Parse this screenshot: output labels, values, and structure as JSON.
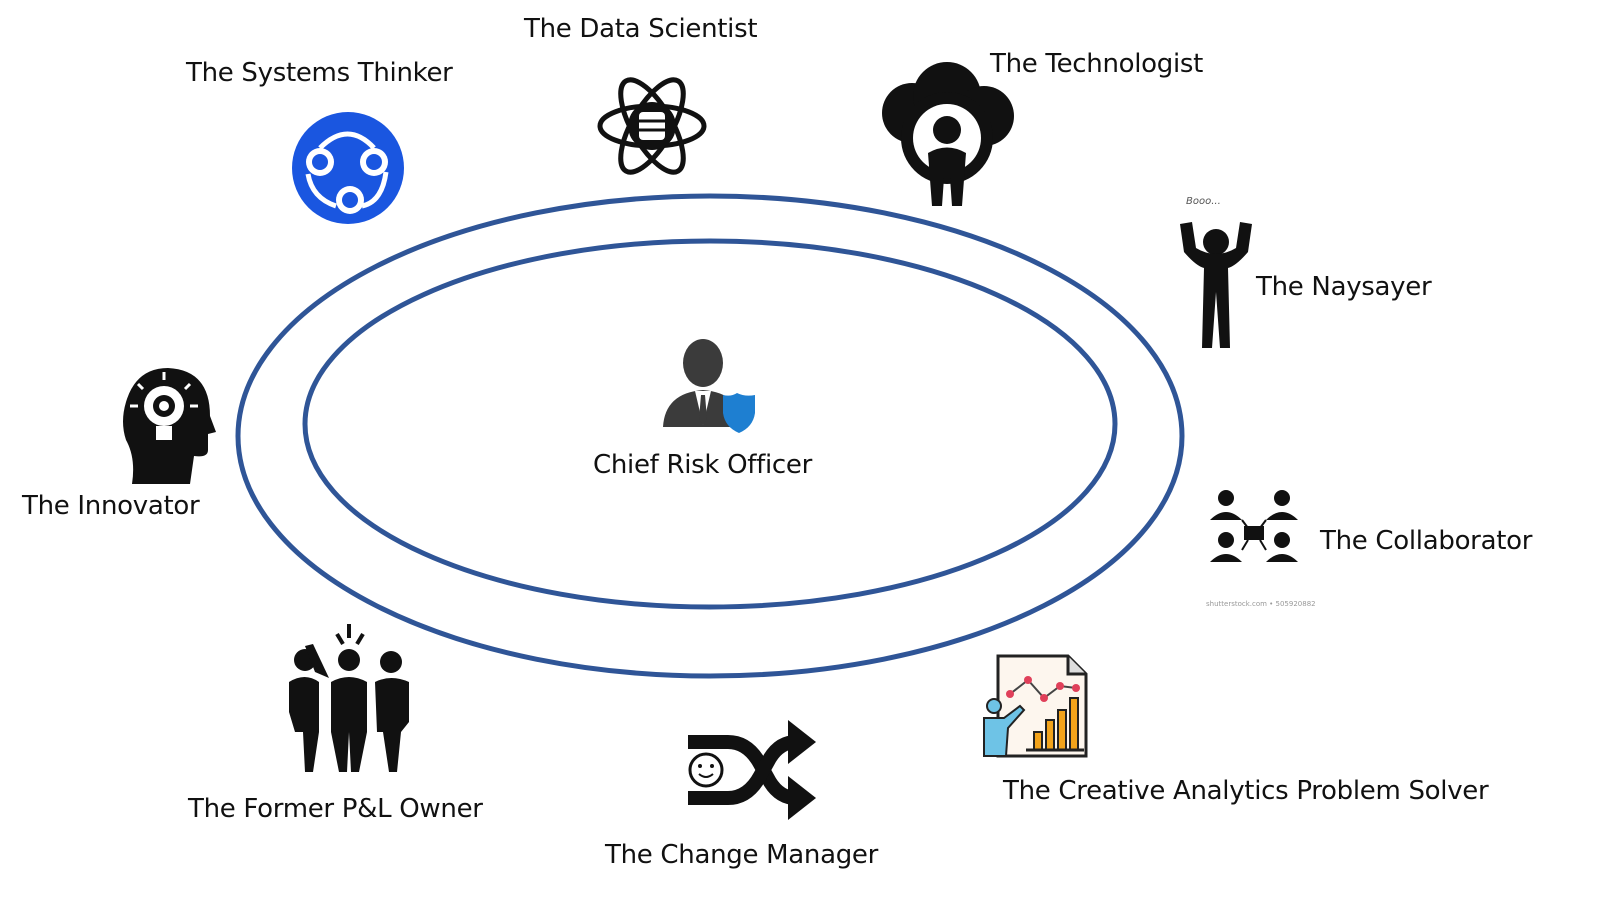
{
  "center": {
    "label": "Chief Risk Officer"
  },
  "roles": {
    "systems_thinker": "The Systems Thinker",
    "data_scientist": "The Data Scientist",
    "technologist": "The Technologist",
    "naysayer": "The Naysayer",
    "naysayer_bubble": "Booo...",
    "collaborator": "The Collaborator",
    "collaborator_watermark": "shutterstock.com • 505920882",
    "creative_analytics": "The Creative Analytics Problem Solver",
    "change_manager": "The Change Manager",
    "former_pl_owner": "The Former P&L Owner",
    "innovator": "The Innovator"
  },
  "colors": {
    "ring": "#2f5597",
    "systems_blue": "#1a56e0",
    "shield": "#1e7fd1"
  }
}
